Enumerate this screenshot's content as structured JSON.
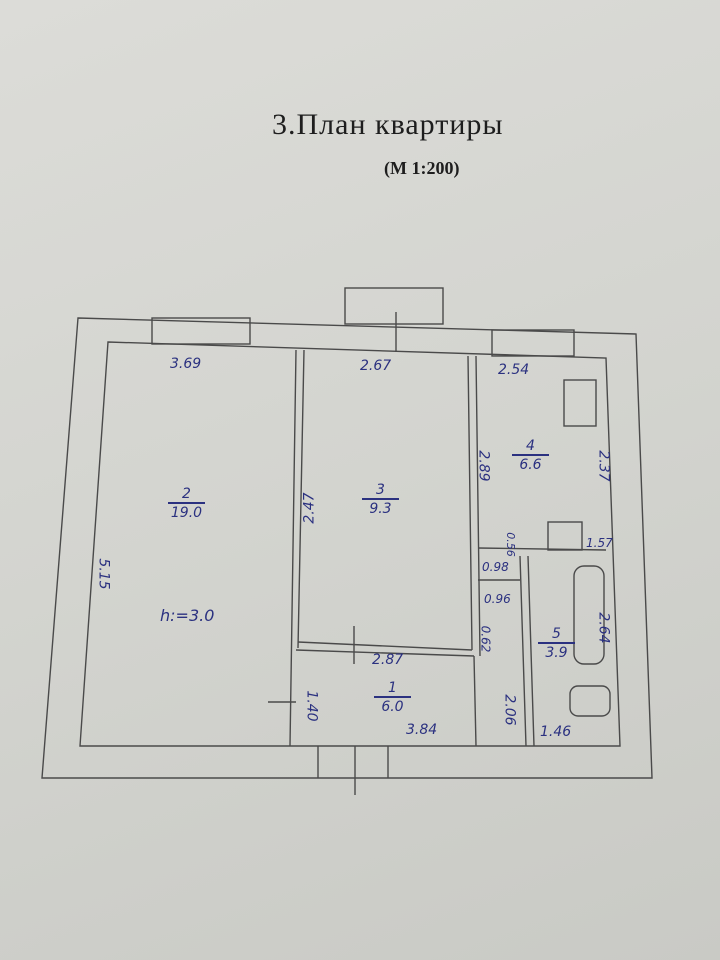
{
  "header": {
    "title": "3.План  квартиры",
    "scale": "(М  1:200)"
  },
  "rooms": [
    {
      "number": "1",
      "area": "6.0"
    },
    {
      "number": "2",
      "area": "19.0"
    },
    {
      "number": "3",
      "area": "9.3"
    },
    {
      "number": "4",
      "area": "6.6"
    },
    {
      "number": "5",
      "area": "3.9"
    }
  ],
  "ceiling_height": "h:=3.0",
  "dimensions": {
    "r2_width": "3.69",
    "r2_length": "5.15",
    "r3_width": "2.67",
    "r3_length": "2.47",
    "r4_width": "2.54",
    "r4_left": "2.89",
    "r4_right": "2.37",
    "d_056": "0.56",
    "d_157": "1.57",
    "d_098": "0.98",
    "d_096": "0.96",
    "d_062": "0.62",
    "r5_length": "2.64",
    "r5_width": "1.46",
    "d_206": "2.06",
    "r1_top": "2.87",
    "r1_bottom": "3.84",
    "r1_side": "1.40"
  }
}
